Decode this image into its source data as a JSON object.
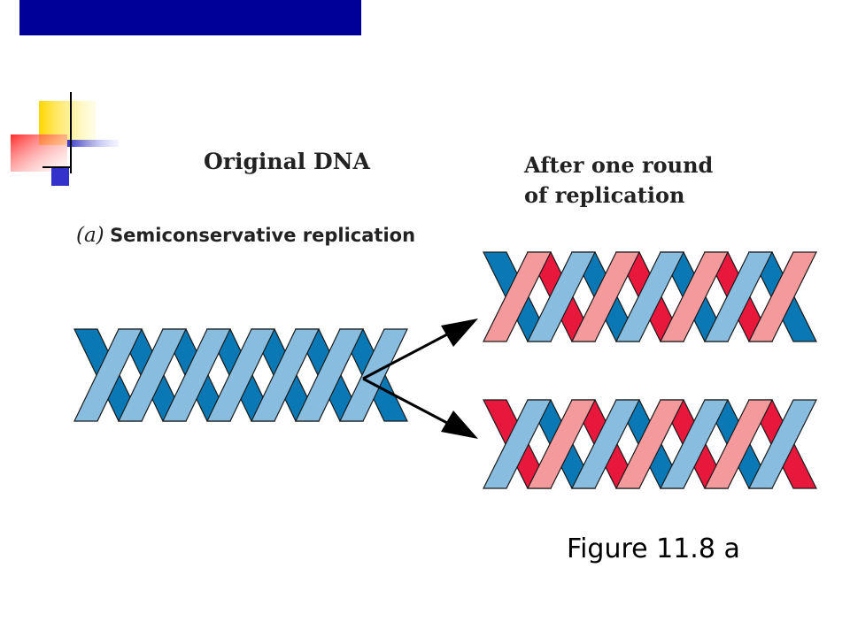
{
  "slide": {
    "accent_bar_color": "#000099",
    "decoration": {
      "yellow": "#ffe033",
      "red": "#ff3030",
      "blue": "#3333cc",
      "line": "#000000"
    }
  },
  "diagram": {
    "original_label": "Original DNA",
    "after_label_line1": "After one round",
    "after_label_line2": "of replication",
    "panel_letter": "(a)",
    "panel_title": "Semiconservative replication",
    "figure_label": "Figure 11.8 a",
    "colors": {
      "parent_dark": "#0a78b4",
      "parent_light": "#88bde0",
      "new_dark": "#e8173c",
      "new_light": "#f59a9c",
      "outline": "#1a1a1a"
    },
    "helices": [
      {
        "name": "original",
        "front": "parent_light",
        "back": "parent_dark"
      },
      {
        "name": "daughter-top",
        "front": "new_light",
        "back": "parent_dark",
        "front2": "parent_light",
        "back2": "new_dark"
      },
      {
        "name": "daughter-bottom",
        "front": "parent_light",
        "back": "new_dark",
        "front2": "new_light",
        "back2": "parent_dark"
      }
    ]
  }
}
